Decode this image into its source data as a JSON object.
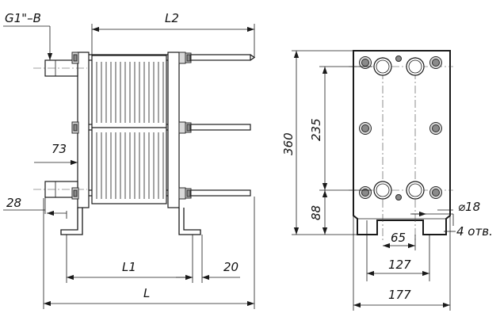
{
  "labels": {
    "connection": "G1\"–B",
    "l2": "L2",
    "d73": "73",
    "d28": "28",
    "l1": "L1",
    "d20": "20",
    "l": "L",
    "d360": "360",
    "d235": "235",
    "d88": "88",
    "d65": "65",
    "d127": "127",
    "d177": "177",
    "hole_dia": "⌀18",
    "hole_count": "4 отв."
  },
  "colors": {
    "line": "#1a1a1a",
    "bolt_dark": "#8a8a8a",
    "bolt_light": "#d8d8d8",
    "background": "#ffffff"
  }
}
